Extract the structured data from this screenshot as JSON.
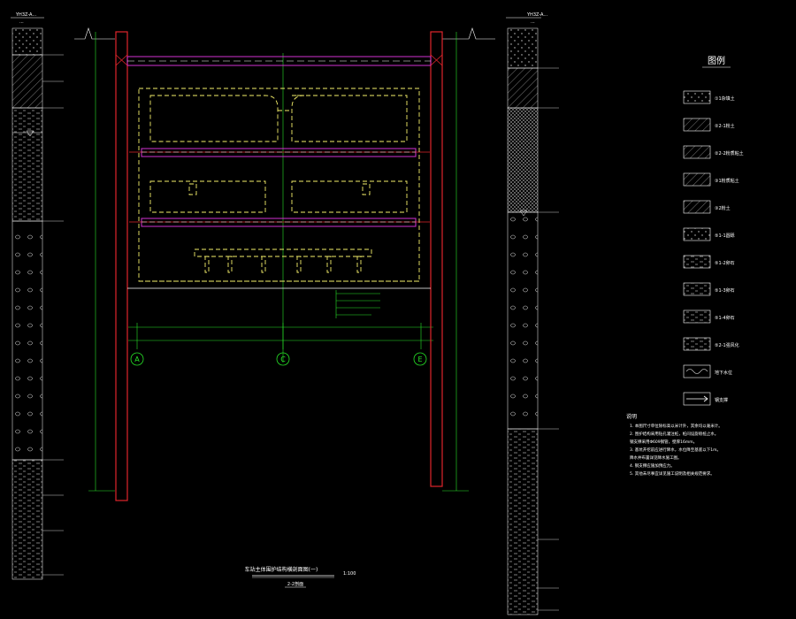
{
  "colors": {
    "background": "#000000",
    "wall": "#e0262b",
    "strut": "#d232d2",
    "green": "#27e327",
    "yellow": "#f5f06a",
    "white": "#ffffff"
  },
  "boreholes": {
    "left_id": "YH3Z-A...",
    "left_sub": "...",
    "right_id": "YH3Z-A...",
    "right_sub": "..."
  },
  "axis_labels": [
    "A",
    "C",
    "E"
  ],
  "legend": {
    "title": "图例",
    "items": [
      {
        "label": "①1杂填土",
        "pattern": "dots"
      },
      {
        "label": "②2-1粉土",
        "pattern": "hatch"
      },
      {
        "label": "②2-2粉质粘土",
        "pattern": "hatch"
      },
      {
        "label": "③1粉质粘土",
        "pattern": "hatch"
      },
      {
        "label": "③2粉土",
        "pattern": "hatch"
      },
      {
        "label": "⑤1-1圆砾",
        "pattern": "dots"
      },
      {
        "label": "⑤1-2卵石",
        "pattern": "dashes"
      },
      {
        "label": "⑤1-3卵石",
        "pattern": "dashes"
      },
      {
        "label": "⑤1-4卵石",
        "pattern": "dashes"
      },
      {
        "label": "⑤2-1强风化",
        "pattern": "dashes"
      },
      {
        "label": "地下水位",
        "pattern": "wave"
      },
      {
        "label": "钢支撑",
        "pattern": "arrow"
      }
    ]
  },
  "notes": {
    "title": "说明",
    "lines": [
      "1. 本图尺寸单位除标高以米计外，其余均以毫米计。",
      "2. 围护结构采用钻孔灌注桩，桩间设旋喷桩止水。",
      "   钢支撑采用Φ609钢管，壁厚16mm。",
      "3. 基坑开挖前应进行降水，水位降至基底以下1m。",
      "   降水井布置详见降水施工图。",
      "4. 钢支撑应施加预应力。",
      "5. 其他未尽事宜详见施工说明及相关规范要求。"
    ]
  },
  "title_block": {
    "main": "车站主体围护结构横剖面图(一)",
    "scale": "1:100",
    "sub": "2-2剖面"
  }
}
